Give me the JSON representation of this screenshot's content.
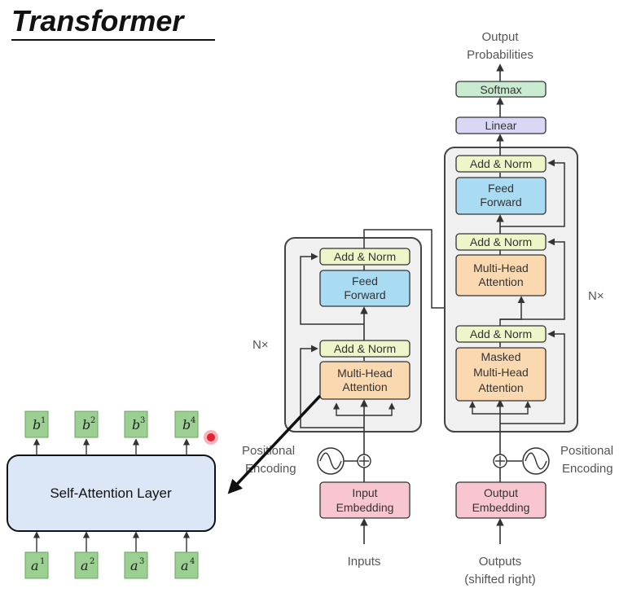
{
  "title": "Transformer",
  "encoder": {
    "add_norm_top": "Add & Norm",
    "feed_forward_1": "Feed",
    "feed_forward_2": "Forward",
    "add_norm_bottom": "Add & Norm",
    "attention_1": "Multi-Head",
    "attention_2": "Attention",
    "repeat_label": "N×"
  },
  "decoder": {
    "add_norm_top": "Add & Norm",
    "feed_forward_1": "Feed",
    "feed_forward_2": "Forward",
    "add_norm_mid": "Add & Norm",
    "attention_1": "Multi-Head",
    "attention_2": "Attention",
    "add_norm_bottom": "Add & Norm",
    "masked_1": "Masked",
    "masked_2": "Multi-Head",
    "masked_3": "Attention",
    "repeat_label": "N×"
  },
  "head": {
    "linear": "Linear",
    "softmax": "Softmax",
    "output_1": "Output",
    "output_2": "Probabilities"
  },
  "input_side": {
    "embedding_1": "Input",
    "embedding_2": "Embedding",
    "label": "Inputs",
    "positional_1": "Positional",
    "positional_2": "Encoding"
  },
  "output_side": {
    "embedding_1": "Output",
    "embedding_2": "Embedding",
    "label_1": "Outputs",
    "label_2": "(shifted right)",
    "positional_1": "Positional",
    "positional_2": "Encoding"
  },
  "self_attention": {
    "label": "Self-Attention Layer",
    "outputs": [
      {
        "base": "b",
        "sup": "1"
      },
      {
        "base": "b",
        "sup": "2"
      },
      {
        "base": "b",
        "sup": "3"
      },
      {
        "base": "b",
        "sup": "4"
      }
    ],
    "inputs": [
      {
        "base": "a",
        "sup": "1"
      },
      {
        "base": "a",
        "sup": "2"
      },
      {
        "base": "a",
        "sup": "3"
      },
      {
        "base": "a",
        "sup": "4"
      }
    ]
  },
  "colors": {
    "add_norm": "#eef5c8",
    "feed_forward": "#a9dbf2",
    "attention": "#fad9b0",
    "embedding": "#f8c6d0",
    "linear": "#d8d8f6",
    "softmax": "#c9ecd1",
    "token": "#9ccf92",
    "sal_fill": "#dbe7f7",
    "pointer": "#e81f2f"
  }
}
